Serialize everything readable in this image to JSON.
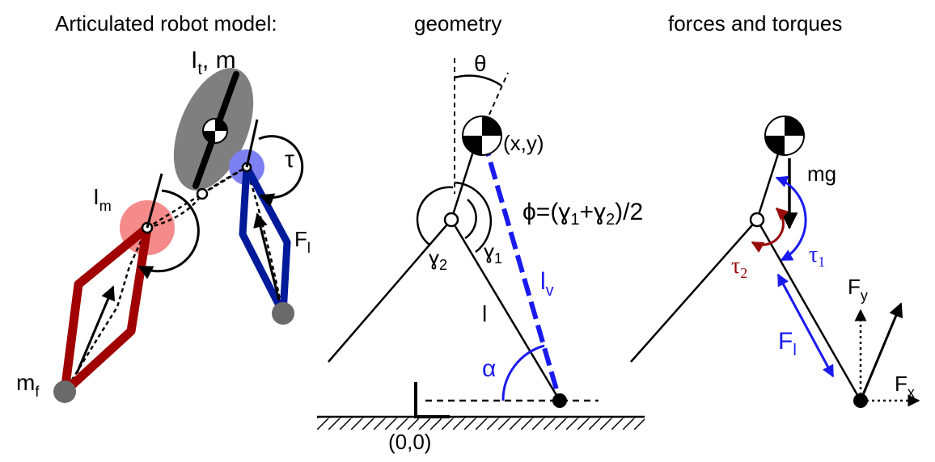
{
  "panels": {
    "model": {
      "title": "Articulated robot model:",
      "torso_label": "I",
      "torso_sub": "t",
      "torso_mass": ", m",
      "motor_label": "I",
      "motor_sub": "m",
      "foot_label": "m",
      "foot_sub": "f",
      "torque_label": "τ",
      "force_label": "F",
      "force_sub": "l"
    },
    "geometry": {
      "title": "geometry",
      "theta": "θ",
      "com": "(x,y)",
      "phi": "ϕ=(ɣ",
      "phi_s1": "1",
      "phi_mid": "+ɣ",
      "phi_s2": "2",
      "phi_end": ")/2",
      "gamma": "ɣ",
      "gamma1_sub": "1",
      "gamma2_sub": "2",
      "lv": "l",
      "lv_sub": "v",
      "l": "l",
      "alpha": "α",
      "origin": "(0,0)"
    },
    "forces": {
      "title": "forces and torques",
      "mg": "mg",
      "tau": "τ",
      "tau1_sub": "1",
      "tau2_sub": "2",
      "F": "F",
      "fl_sub": "l",
      "fy_sub": "y",
      "fx_sub": "x"
    }
  },
  "colors": {
    "leg_red": "#a00000",
    "leg_blue": "#001a9a",
    "motor_red": "#f58a8a",
    "motor_blue": "#7d80f0",
    "torso_gray": "#7f7f7f",
    "foot_gray": "#6a6a6a",
    "dash_blue": "#1a1aee",
    "torque_red": "#9a0a0a"
  },
  "icons": {
    "com": "center-of-mass-icon",
    "joint": "hip-joint-icon",
    "foot": "foot-point-icon"
  }
}
